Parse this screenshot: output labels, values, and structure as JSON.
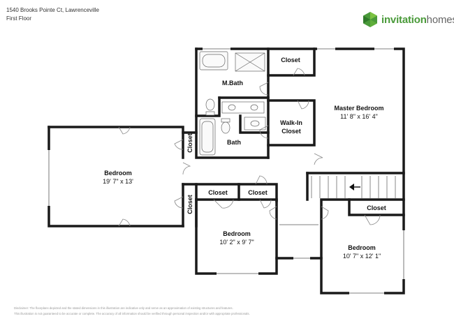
{
  "header": {
    "address": "1540 Brooks Pointe Ct, Lawrenceville",
    "floor": "First Floor"
  },
  "brand": {
    "part1": "invitation",
    "part2": "homes",
    "icon": "hexagon-leaf-logo-icon",
    "color": "#4a9a3a"
  },
  "rooms": {
    "master_bath": {
      "name": "M.Bath"
    },
    "closet_mb": {
      "name": "Closet"
    },
    "master_bedroom": {
      "name": "Master Bedroom",
      "dim": "11' 8\" x 16' 4\""
    },
    "walkin_closet": {
      "line1": "Walk-In",
      "line2": "Closet"
    },
    "bath": {
      "name": "Bath"
    },
    "closet_left_top": {
      "name": "Closet"
    },
    "bedroom_left": {
      "name": "Bedroom",
      "dim": "19' 7\" x 13'"
    },
    "closet_left_bottom": {
      "name": "Closet"
    },
    "closet_mid_a": {
      "name": "Closet"
    },
    "closet_mid_b": {
      "name": "Closet"
    },
    "bedroom_mid": {
      "name": "Bedroom",
      "dim": "10' 2\" x 9' 7\""
    },
    "closet_right": {
      "name": "Closet"
    },
    "bedroom_right": {
      "name": "Bedroom",
      "dim": "10' 7\" x 12' 1\""
    }
  },
  "disclaimer": {
    "line1": "Disclaimer: The floorplans depicted and the stated dimensions in this illustration are indicative only and serve as an approximation of existing structures and features.",
    "line2": "This illustration is not guaranteed to be accurate or complete. The accuracy of all information should be verified through personal inspection and/or with appropriate professionals."
  },
  "colors": {
    "wall": "#1a1a1a",
    "fixture": "#666666",
    "brand_green": "#4a9a3a"
  }
}
